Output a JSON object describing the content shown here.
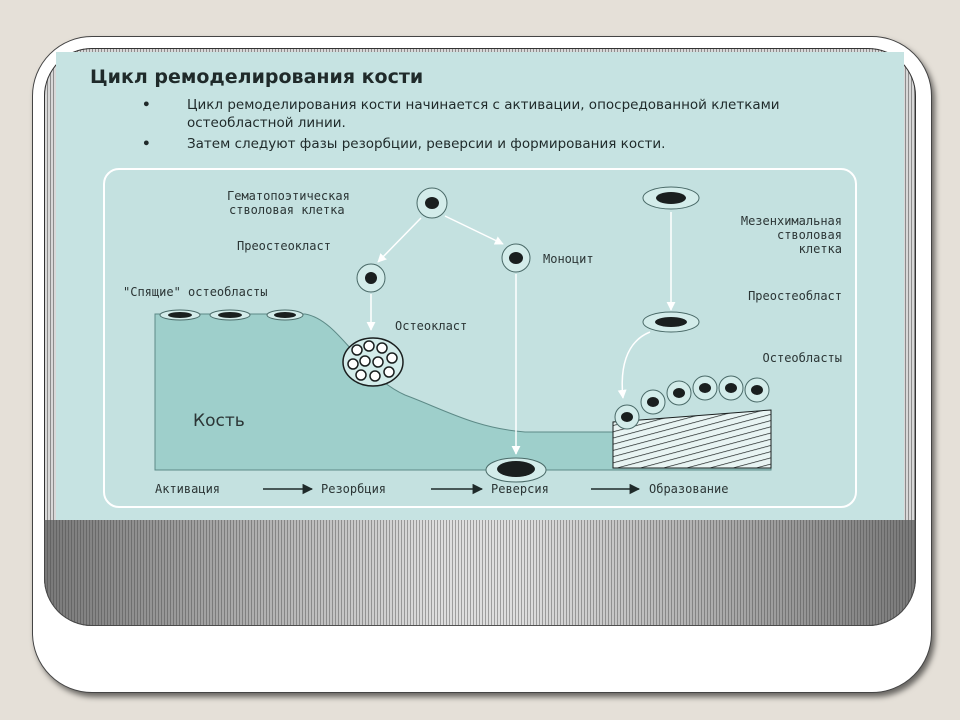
{
  "slide": {
    "title": "Цикл ремоделирования кости",
    "bullets": [
      "Цикл ремоделирования кости начинается с активации, опосредованной клетками остеобластной линии.",
      "Затем следуют фазы резорбции, реверсии и формирования кости."
    ],
    "bullet_marker": "•"
  },
  "diagram": {
    "labels": {
      "hsc_line1": "Гематопоэтическая",
      "hsc_line2": "стволовая клетка",
      "preosteoclast": "Преостеокласт",
      "monocyte": "Моноцит",
      "sleeping_osteoblasts": "\"Спящие\" остеобласты",
      "osteoclast": "Остеокласт",
      "msc_line1": "Мезенхимальная",
      "msc_line2": "стволовая",
      "msc_line3": "клетка",
      "preosteoblast": "Преостеобласт",
      "osteoblasts": "Остеобласты",
      "bone": "Кость"
    },
    "phases": [
      "Активация",
      "Резорбция",
      "Реверсия",
      "Образование"
    ]
  },
  "colors": {
    "background": "#e5e0d8",
    "slide_bg": "#c6e3e2",
    "bone_fill": "#9ecfcb",
    "cell_fill": "#d3ecea",
    "nucleus": "#1a1f1f"
  }
}
